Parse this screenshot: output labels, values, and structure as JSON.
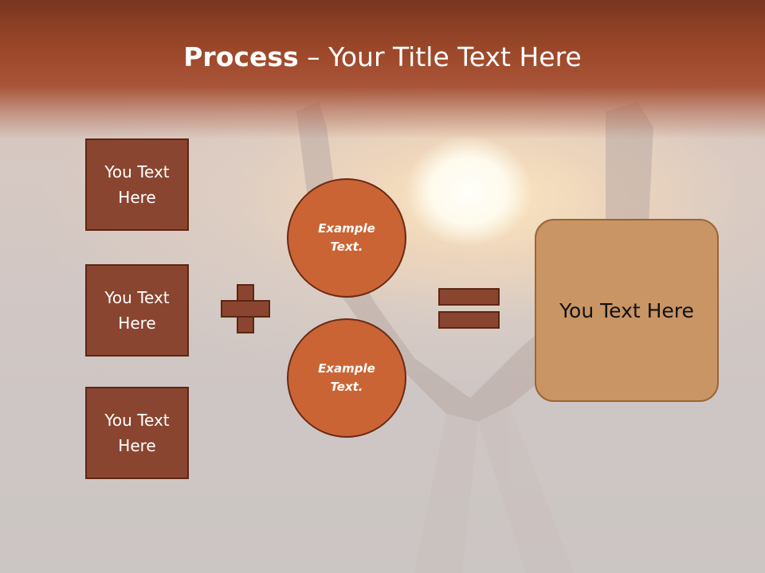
{
  "slide": {
    "title_bold": "Process",
    "title_dash": " – ",
    "title_rest": "Your Title Text Here",
    "left_boxes": [
      {
        "line1": "You Text",
        "line2": "Here"
      },
      {
        "line1": "You Text",
        "line2": "Here"
      },
      {
        "line1": "You Text",
        "line2": "Here"
      }
    ],
    "circles": [
      {
        "line1": "Example",
        "line2": "Text."
      },
      {
        "line1": "Example",
        "line2": "Text."
      }
    ],
    "result_text": "You Text Here",
    "plus_icon": "plus-icon",
    "equals_icon": "equals-icon"
  },
  "colors": {
    "header": "#a04a2c",
    "box_fill": "#8a4530",
    "circle_fill": "#cb6434",
    "result_fill": "#c99564"
  }
}
